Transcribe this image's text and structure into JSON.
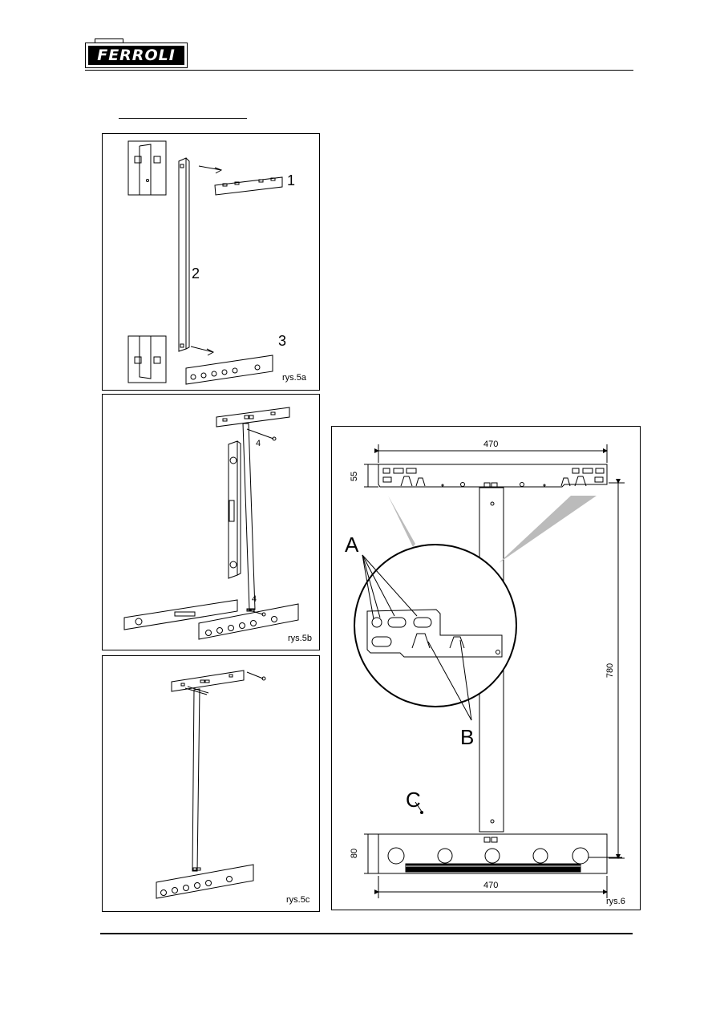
{
  "header": {
    "logo_text": "FERROLI"
  },
  "figures": {
    "rys5a": {
      "caption": "rys.5a",
      "labels": [
        "1",
        "2",
        "3"
      ]
    },
    "rys5b": {
      "caption": "rys.5b",
      "labels": [
        "4",
        "4"
      ]
    },
    "rys5c": {
      "caption": "rys.5c"
    },
    "rys6": {
      "caption": "rys.6",
      "dimensions": {
        "top_width": "470",
        "bottom_width": "470",
        "top_height": "55",
        "bottom_height": "80",
        "total_height": "780"
      },
      "labels": {
        "a": "A",
        "b": "B",
        "c": "C"
      }
    }
  }
}
